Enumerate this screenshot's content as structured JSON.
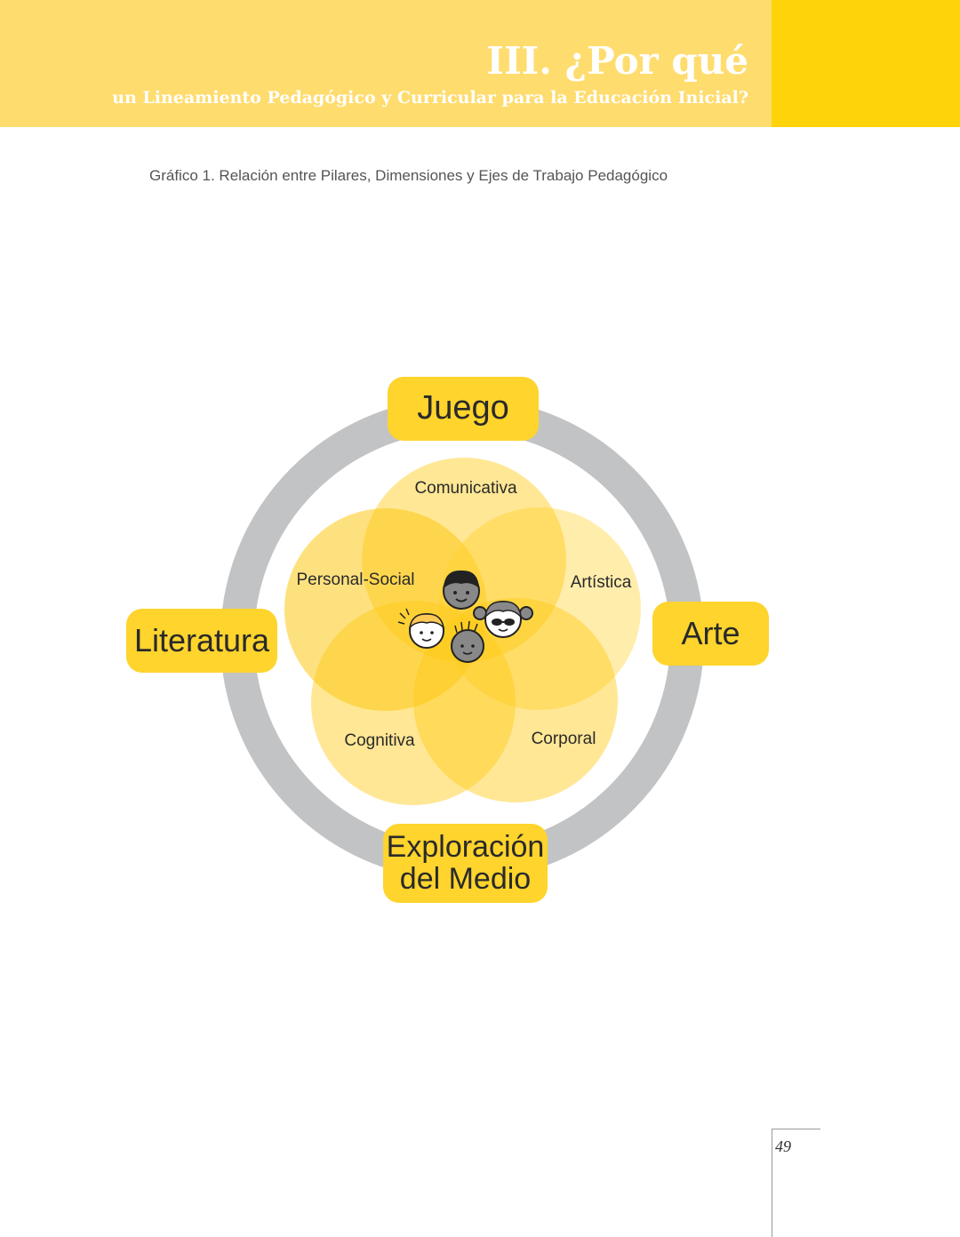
{
  "header": {
    "chapter_title": "III. ¿Por qué",
    "chapter_subtitle": "un Lineamiento Pedagógico y Curricular para la Educación Inicial?"
  },
  "figure": {
    "caption": "Gráfico 1. Relación entre Pilares, Dimensiones y Ejes de Trabajo Pedagógico",
    "pillars": {
      "top": "Juego",
      "left": "Literatura",
      "right": "Arte",
      "bottom_line1": "Exploración",
      "bottom_line2": "del Medio"
    },
    "dimensions": {
      "top": "Comunicativa",
      "upper_left": "Personal-Social",
      "upper_right": "Artística",
      "lower_left": "Cognitiva",
      "lower_right": "Corporal"
    }
  },
  "colors": {
    "banner": "#fedc6e",
    "banner_accent": "#fed30a",
    "pillar": "#fed42d",
    "ring": "#c2c3c5"
  },
  "footer": {
    "page_number": "49"
  }
}
